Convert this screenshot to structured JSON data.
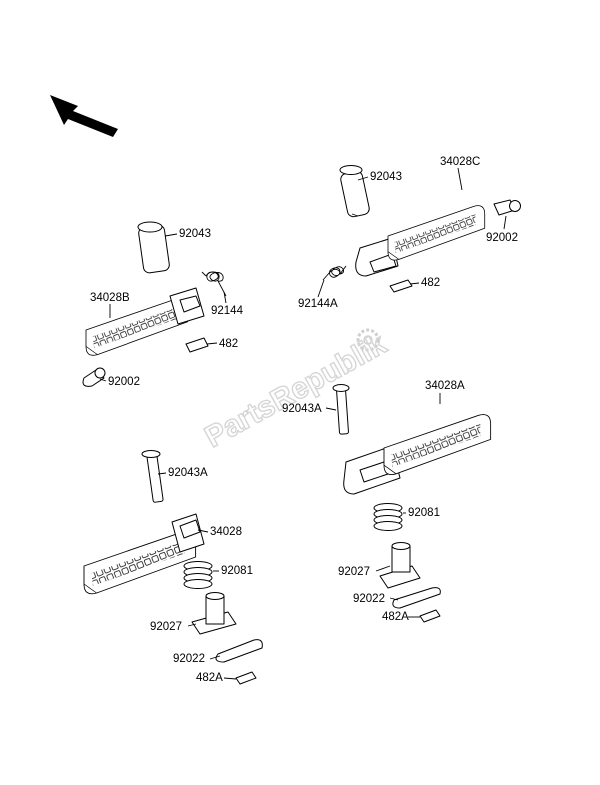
{
  "watermark": "PartsRepublik",
  "callouts": {
    "r1": "34028C",
    "r2": "92043",
    "r3": "92002",
    "r4": "92144A",
    "r5": "482",
    "l1": "92043",
    "l2": "34028B",
    "l3": "92144",
    "l4": "482",
    "l5": "92002",
    "r6": "34028A",
    "r7": "92043A",
    "r8": "92081",
    "r9": "92027",
    "r10": "92022",
    "r11": "482A",
    "l6": "92043A",
    "l7": "34028",
    "l8": "92081",
    "l9": "92027",
    "l10": "92022",
    "l11": "482A"
  },
  "icons": [
    "direction-arrow-icon",
    "gear-watermark-icon"
  ]
}
